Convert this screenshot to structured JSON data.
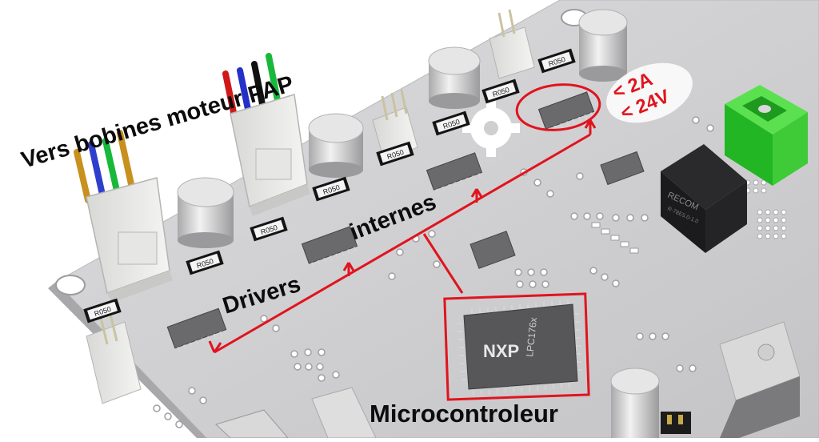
{
  "annotations": {
    "coils_label": "Vers bobines moteur PAP",
    "drivers_label": "Drivers",
    "internes_label": "internes",
    "mcu_label": "Microcontroleur",
    "current_limit": "< 2A",
    "voltage_limit": "< 24V"
  },
  "components": {
    "resistor_marking": "R050",
    "mcu_brand": "NXP",
    "mcu_part": "LPC176x",
    "dcdc_brand": "RECOM",
    "dcdc_part": "R-78E5.0-1.0"
  },
  "colors": {
    "annotation_red": "#e0141e",
    "board": "#cfcfd1",
    "wire_colors": [
      "#c8901e",
      "#2f3fcc",
      "#18b83a",
      "#c8901e",
      "#d01818",
      "#2430c8",
      "#111111",
      "#18b83a"
    ]
  }
}
